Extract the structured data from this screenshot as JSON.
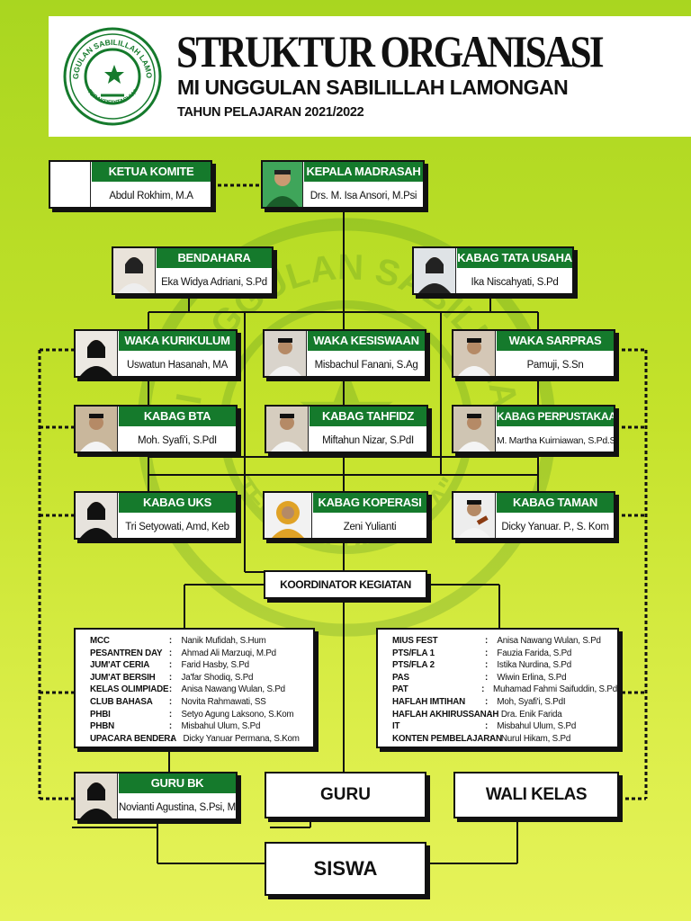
{
  "header": {
    "title": "STRUKTUR ORGANISASI",
    "subtitle": "MI UNGGULAN SABILILLAH LAMONGAN",
    "year": "TAHUN PELAJARAN 2021/2022"
  },
  "logo": {
    "text_top": "MI UNGGULAN SABILILLAH LAMONGAN",
    "text_bottom": "TERAKREDITASI \"A\""
  },
  "watermark": {
    "text_top": "MI UNGGULAN SABILILLAH",
    "text_bottom": "TERAKREDITASI \"A\""
  },
  "cards": {
    "ketua_komite": {
      "title": "KETUA KOMITE",
      "name": "Abdul Rokhim, M.A"
    },
    "kepala": {
      "title": "KEPALA MADRASAH",
      "name": "Drs. M. Isa Ansori, M.Psi"
    },
    "bendahara": {
      "title": "BENDAHARA",
      "name": "Eka Widya Adriani, S.Pd"
    },
    "tata_usaha": {
      "title": "KABAG TATA USAHA",
      "name": "Ika Niscahyati, S.Pd"
    },
    "kurikulum": {
      "title": "WAKA KURIKULUM",
      "name": "Uswatun Hasanah, MA"
    },
    "kesiswaan": {
      "title": "WAKA KESISWAAN",
      "name": "Misbachul Fanani, S.Ag"
    },
    "sarpras": {
      "title": "WAKA SARPRAS",
      "name": "Pamuji, S.Sn"
    },
    "bta": {
      "title": "KABAG BTA",
      "name": "Moh. Syafi'i, S.PdI"
    },
    "tahfidz": {
      "title": "KABAG TAHFIDZ",
      "name": "Miftahun Nizar, S.PdI"
    },
    "perpustakaan": {
      "title": "KABAG PERPUSTAKAAN",
      "name": "M. Martha Kuirniawan, S.Pd.SD"
    },
    "uks": {
      "title": "KABAG UKS",
      "name": "Tri Setyowati, Amd, Keb"
    },
    "koperasi": {
      "title": "KABAG KOPERASI",
      "name": "Zeni Yulianti"
    },
    "taman": {
      "title": "KABAG TAMAN",
      "name": "Dicky Yanuar. P., S. Kom"
    },
    "guru_bk": {
      "title": "GURU BK",
      "name": "Novianti Agustina, S.Psi, MM"
    }
  },
  "boxes": {
    "koordinator": "KOORDINATOR KEGIATAN",
    "guru": "GURU",
    "wali_kelas": "WALI KELAS",
    "siswa": "SISWA"
  },
  "kegiatan_left": [
    {
      "k": "MCC",
      "v": "Nanik Mufidah, S.Hum"
    },
    {
      "k": "PESANTREN DAY",
      "v": "Ahmad Ali Marzuqi, M.Pd"
    },
    {
      "k": "JUM'AT CERIA",
      "v": "Farid Hasby, S.Pd"
    },
    {
      "k": "JUM'AT BERSIH",
      "v": "Ja'far Shodiq, S.Pd"
    },
    {
      "k": "KELAS OLIMPIADE",
      "v": "Anisa Nawang Wulan, S.Pd"
    },
    {
      "k": "CLUB BAHASA",
      "v": "Novita Rahmawati, SS"
    },
    {
      "k": "PHBI",
      "v": "Setyo Agung Laksono, S.Kom"
    },
    {
      "k": "PHBN",
      "v": "Misbahul Ulum, S.Pd"
    },
    {
      "k": "UPACARA BENDERA",
      "v": "Dicky Yanuar Permana, S.Kom"
    }
  ],
  "kegiatan_right": [
    {
      "k": "MIUS FEST",
      "v": "Anisa Nawang Wulan, S.Pd"
    },
    {
      "k": "PTS/FLA 1",
      "v": "Fauzia Farida, S.Pd"
    },
    {
      "k": "PTS/FLA 2",
      "v": "Istika Nurdina, S.Pd"
    },
    {
      "k": "PAS",
      "v": "Wiwin Erlina, S.Pd"
    },
    {
      "k": "PAT",
      "v": "Muhamad Fahmi Saifuddin, S.Pd"
    },
    {
      "k": "HAFLAH IMTIHAN",
      "v": "Moh, Syafi'i, S.PdI"
    },
    {
      "k": "HAFLAH AKHIRUSSANAH",
      "v": "Dra. Enik Farida"
    },
    {
      "k": "IT",
      "v": "Misbahul Ulum, S.Pd"
    },
    {
      "k": "KONTEN PEMBELAJARAN",
      "v": "Nurul Hikam, S.Pd"
    }
  ],
  "colors": {
    "green": "#157a2c",
    "background": "#b8dc25",
    "line": "#111111"
  }
}
